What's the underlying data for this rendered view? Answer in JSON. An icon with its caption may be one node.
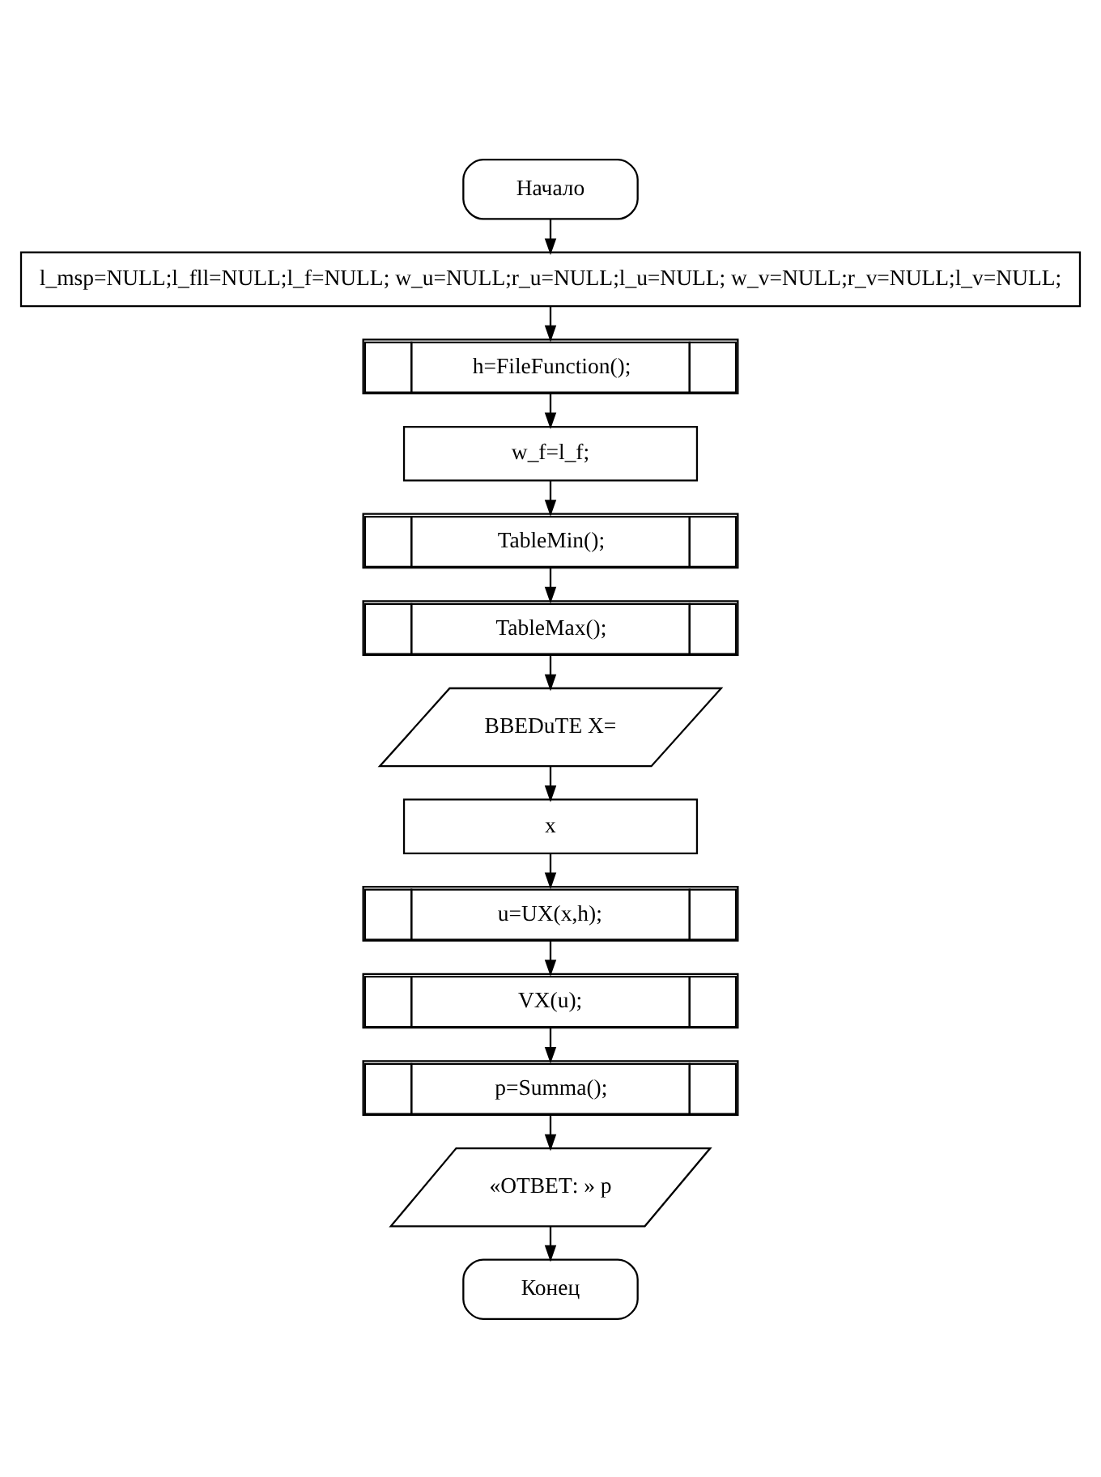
{
  "diagram": {
    "nodes": [
      {
        "text": [
          "Начало"
        ]
      },
      {
        "text": [
          "l_msp=NULL;l_fll=NULL;l_f=NULL; w_u=NULL;r_u=NULL;l_u=NULL; w_v=NULL;r_v=NULL;l_v=NULL;"
        ]
      },
      {
        "text": [
          "h=FileFunction();"
        ]
      },
      {
        "text": [
          "w_f=l_f;"
        ]
      },
      {
        "text": [
          "TableMin();"
        ]
      },
      {
        "text": [
          "TableMax();"
        ]
      },
      {
        "text": [
          "BBEDuTE X="
        ]
      },
      {
        "text": [
          "x"
        ]
      },
      {
        "text": [
          "u=UX(x,h);"
        ]
      },
      {
        "text": [
          "VX(u);"
        ]
      },
      {
        "text": [
          "p=Summa();"
        ]
      },
      {
        "text": [
          "«ОТВЕТ: » p"
        ]
      },
      {
        "text": [
          "Конец"
        ]
      }
    ],
    "edges": [
      {
        "from": 0,
        "to": 1,
        "arrow": "to"
      },
      {
        "from": 1,
        "to": 2,
        "arrow": "to"
      },
      {
        "from": 2,
        "to": 3,
        "arrow": "to"
      },
      {
        "from": 3,
        "to": 4,
        "arrow": "to"
      },
      {
        "from": 4,
        "to": 5,
        "arrow": "to"
      },
      {
        "from": 5,
        "to": 6,
        "arrow": "to"
      },
      {
        "from": 6,
        "to": 7,
        "arrow": "to"
      },
      {
        "from": 7,
        "to": 8,
        "arrow": "to"
      },
      {
        "from": 8,
        "to": 9,
        "arrow": "to"
      },
      {
        "from": 9,
        "to": 10,
        "arrow": "to"
      },
      {
        "from": 10,
        "to": 11,
        "arrow": "to"
      },
      {
        "from": 11,
        "to": 12,
        "arrow": "to"
      }
    ]
  }
}
